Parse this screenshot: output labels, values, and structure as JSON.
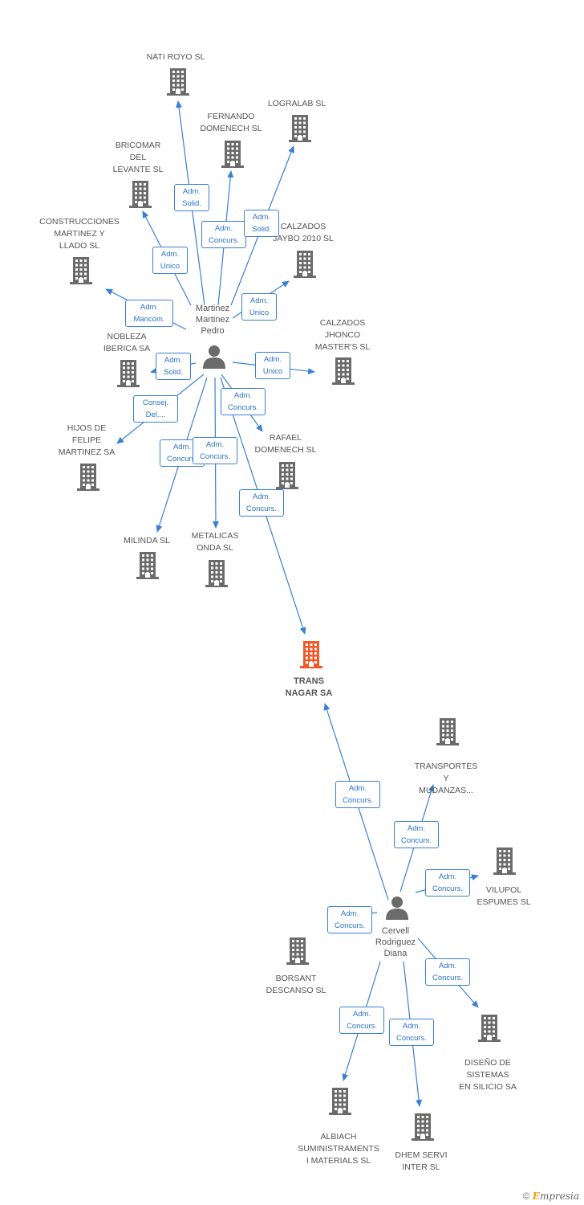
{
  "colors": {
    "edge": "#3a7fd5",
    "building": "#6b6b6b",
    "focus_building": "#f05a28",
    "person": "#6b6b6b"
  },
  "companies": [
    {
      "id": "natiroyo",
      "label": "NATI ROYO SL",
      "icon": "building-icon"
    },
    {
      "id": "fernando",
      "label": "FERNANDO\nDOMENECH SL",
      "icon": "building-icon"
    },
    {
      "id": "logralab",
      "label": "LOGRALAB SL",
      "icon": "building-icon"
    },
    {
      "id": "bricomar",
      "label": "BRICOMAR\nDEL\nLEVANTE SL",
      "icon": "building-icon"
    },
    {
      "id": "construcciones",
      "label": "CONSTRUCCIONES\nMARTINEZ Y\nLLADO SL",
      "icon": "building-icon"
    },
    {
      "id": "calzadosjaybo",
      "label": "CALZADOS\nJAYBO 2010 SL",
      "icon": "building-icon"
    },
    {
      "id": "nobleza",
      "label": "NOBLEZA\nIBERICA SA",
      "icon": "building-icon"
    },
    {
      "id": "calzadosjhonco",
      "label": "CALZADOS\nJHONCO\nMASTER'S SL",
      "icon": "building-icon"
    },
    {
      "id": "hijos",
      "label": "HIJOS DE\nFELIPE\nMARTINEZ SA",
      "icon": "building-icon"
    },
    {
      "id": "rafael",
      "label": "RAFAEL\nDOMENECH SL",
      "icon": "building-icon"
    },
    {
      "id": "milinda",
      "label": "MILINDA SL",
      "icon": "building-icon"
    },
    {
      "id": "metalicas",
      "label": "METALICAS\nONDA SL",
      "icon": "building-icon"
    },
    {
      "id": "transnagar",
      "label": "TRANS\nNAGAR SA",
      "icon": "building-icon",
      "focus": true
    },
    {
      "id": "transportes",
      "label": "TRANSPORTES\nY\nMUDANZAS...",
      "icon": "building-icon"
    },
    {
      "id": "vilupol",
      "label": "VILUPOL\nESPUMES SL",
      "icon": "building-icon"
    },
    {
      "id": "borsant",
      "label": "BORSANT\nDESCANSO  SL",
      "icon": "building-icon"
    },
    {
      "id": "diseno",
      "label": "DISEÑO DE\nSISTEMAS\nEN SILICIO SA",
      "icon": "building-icon"
    },
    {
      "id": "albiach",
      "label": "ALBIACH\nSUMINISTRAMENTS\nI MATERIALS SL",
      "icon": "building-icon"
    },
    {
      "id": "dhem",
      "label": "DHEM SERVI\nINTER SL",
      "icon": "building-icon"
    }
  ],
  "persons": [
    {
      "id": "martinez",
      "label": "Martinez\nMartinez\nPedro",
      "icon": "person-icon"
    },
    {
      "id": "cervell",
      "label": "Cervell\nRodriguez\nDiana",
      "icon": "person-icon"
    }
  ],
  "edges": [
    {
      "from": "martinez",
      "to": "natiroyo",
      "label": "Adm.\nSolid."
    },
    {
      "from": "martinez",
      "to": "fernando",
      "label": "Adm.\nConcurs."
    },
    {
      "from": "martinez",
      "to": "logralab",
      "label": "Adm.\nSolid."
    },
    {
      "from": "martinez",
      "to": "bricomar",
      "label": "Adm.\nUnico"
    },
    {
      "from": "martinez",
      "to": "construcciones",
      "label": "Adm.\nMancom."
    },
    {
      "from": "martinez",
      "to": "calzadosjaybo",
      "label": "Adm.\nUnico"
    },
    {
      "from": "martinez",
      "to": "nobleza",
      "label": "Adm.\nSolid."
    },
    {
      "from": "martinez",
      "to": "calzadosjhonco",
      "label": "Adm.\nUnico"
    },
    {
      "from": "martinez",
      "to": "hijos",
      "label": "Consej.\nDel...."
    },
    {
      "from": "martinez",
      "to": "rafael",
      "label": "Adm.\nConcurs."
    },
    {
      "from": "martinez",
      "to": "milinda",
      "label": "Adm.\nConcurs."
    },
    {
      "from": "martinez",
      "to": "metalicas",
      "label": "Adm.\nConcurs."
    },
    {
      "from": "martinez",
      "to": "transnagar",
      "label": "Adm.\nConcurs."
    },
    {
      "from": "cervell",
      "to": "transnagar",
      "label": "Adm.\nConcurs."
    },
    {
      "from": "cervell",
      "to": "transportes",
      "label": "Adm.\nConcurs."
    },
    {
      "from": "cervell",
      "to": "vilupol",
      "label": "Adm.\nConcurs."
    },
    {
      "from": "cervell",
      "to": "borsant",
      "label": "Adm.\nConcurs."
    },
    {
      "from": "cervell",
      "to": "diseno",
      "label": "Adm.\nConcurs."
    },
    {
      "from": "cervell",
      "to": "albiach",
      "label": "Adm.\nConcurs."
    },
    {
      "from": "cervell",
      "to": "dhem",
      "label": "Adm.\nConcurs."
    }
  ],
  "footer": {
    "copyright": "©",
    "brand_first": "E",
    "brand_rest": "mpresia"
  }
}
